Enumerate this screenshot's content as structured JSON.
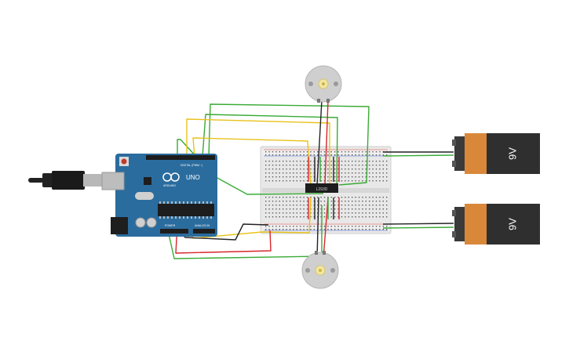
{
  "circuit": {
    "arduino": {
      "brand_label": "ARDUINO",
      "model_label": "UNO",
      "power_label": "POWER",
      "analog_label": "ANALOG IN",
      "digital_label": "DIGITAL (PWM ~)"
    },
    "driver_ic": {
      "label": "L293D"
    },
    "batteries": [
      {
        "label": "9V"
      },
      {
        "label": "9V"
      }
    ],
    "colors": {
      "wire_green": "#3aaa35",
      "wire_yellow": "#e8c21a",
      "wire_red": "#d8262b",
      "wire_black": "#222222",
      "arduino_board": "#2b6c9e",
      "breadboard": "#e6e6e6",
      "battery_body": "#2f2f2f",
      "battery_cap": "#d9883a"
    }
  }
}
